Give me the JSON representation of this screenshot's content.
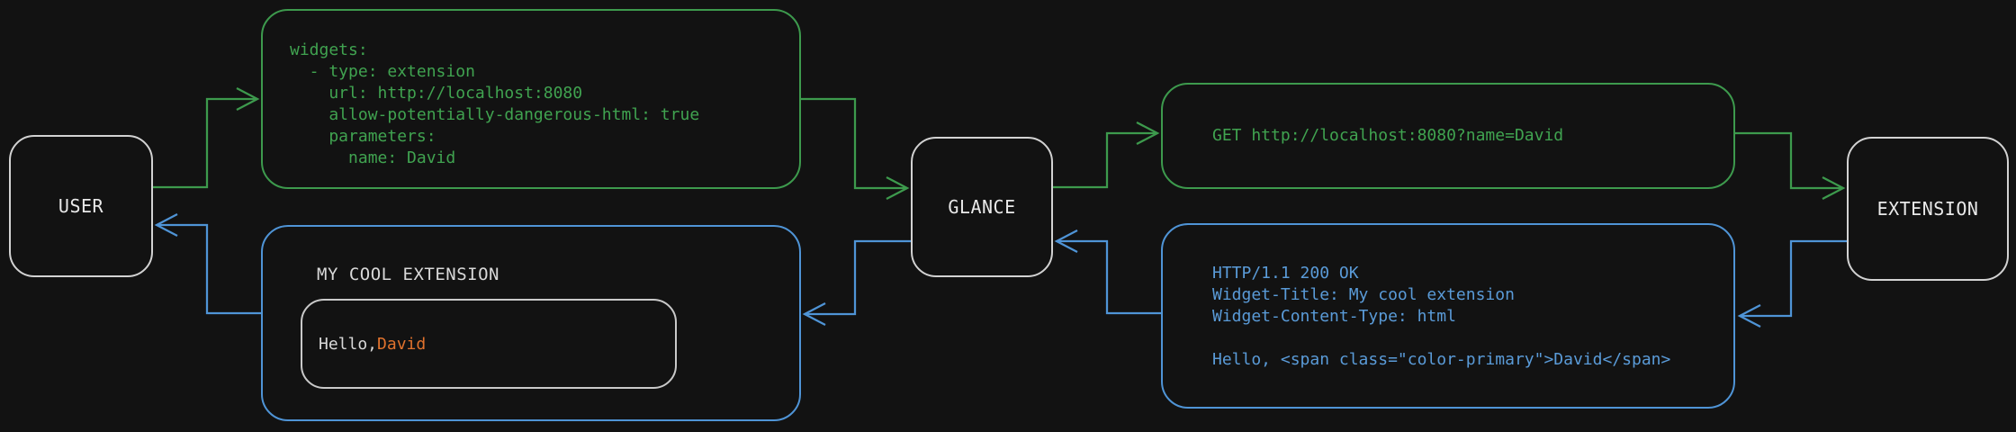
{
  "diagram": {
    "nodes": {
      "user": {
        "label": "USER"
      },
      "glance": {
        "label": "GLANCE"
      },
      "extension": {
        "label": "EXTENSION"
      }
    },
    "blocks": {
      "widget_config": {
        "code": "widgets:\n  - type: extension\n    url: http://localhost:8080\n    allow-potentially-dangerous-html: true\n    parameters:\n      name: David"
      },
      "http_request": {
        "code": "GET http://localhost:8080?name=David"
      },
      "http_response": {
        "code": "HTTP/1.1 200 OK\nWidget-Title: My cool extension\nWidget-Content-Type: html\n\nHello, <span class=\"color-primary\">David</span>"
      },
      "widget_preview": {
        "title": "MY COOL EXTENSION",
        "greeting_prefix": "Hello, ",
        "greeting_name": "David"
      }
    },
    "colors": {
      "background": "#121212",
      "request_green": "#3d9a4d",
      "response_blue": "#4f94d6",
      "neutral_border": "#d2d2d2",
      "accent_orange": "#e0722d"
    }
  }
}
